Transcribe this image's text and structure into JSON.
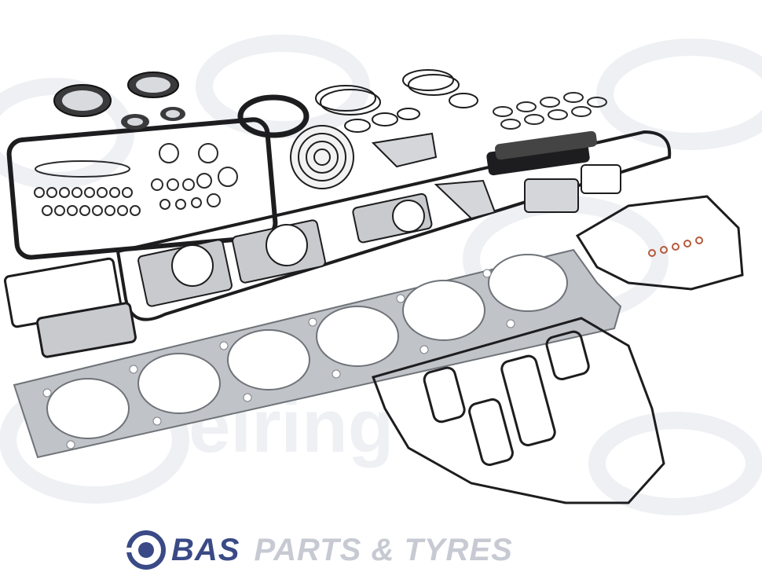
{
  "watermark": {
    "text": "elring",
    "color": "#eef0f3"
  },
  "colors": {
    "gasket_black": "#1d1d1f",
    "sheet_metal": "#b9bcc1",
    "sheet_edge": "#7d8186",
    "ring_rubber": "#2a2a2c"
  },
  "brand": {
    "primary": "BAS",
    "secondary": "PARTS & TYRES",
    "primary_color": "#3a4a86",
    "secondary_color": "#c7cad3",
    "mark": "bas-circle-mark-icon"
  }
}
